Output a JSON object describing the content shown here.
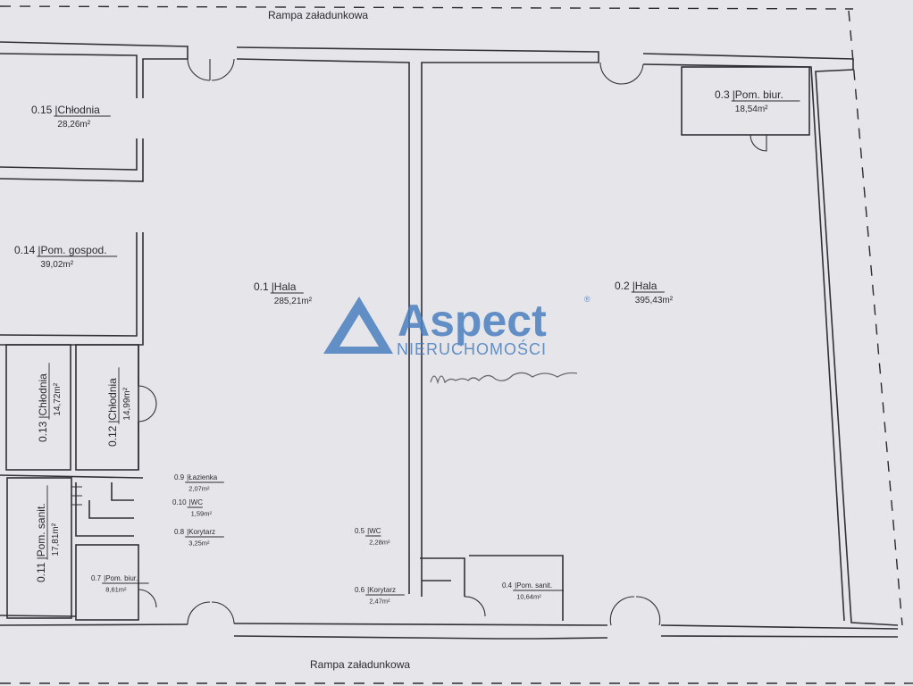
{
  "ramps": {
    "top": "Rampa załadunkowa",
    "bottom": "Rampa załadunkowa"
  },
  "rooms": {
    "hala_1": {
      "number": "0.1",
      "name": "Hala",
      "area": "285,21m²"
    },
    "hala_2": {
      "number": "0.2",
      "name": "Hala",
      "area": "395,43m²"
    },
    "biuro_3": {
      "number": "0.3",
      "name": "Pom. biur.",
      "area": "18,54m²"
    },
    "sanit_4": {
      "number": "0.4",
      "name": "Pom. sanit.",
      "area": "10,64m²"
    },
    "wc_5": {
      "number": "0.5",
      "name": "WC",
      "area": "2,28m²"
    },
    "kor_6": {
      "number": "0.6",
      "name": "Korytarz",
      "area": "2,47m²"
    },
    "biuro_7": {
      "number": "0.7",
      "name": "Pom. biur.",
      "area": "8,61m²"
    },
    "kor_8": {
      "number": "0.8",
      "name": "Korytarz",
      "area": "3,25m²"
    },
    "lazienka_9": {
      "number": "0.9",
      "name": "Łazienka",
      "area": "2,07m²"
    },
    "wc_10": {
      "number": "0.10",
      "name": "WC",
      "area": "1,59m²"
    },
    "sanit_11": {
      "number": "0.11",
      "name": "Pom. sanit.",
      "area": "17,81m²"
    },
    "chl_12": {
      "number": "0.12",
      "name": "Chłodnia",
      "area": "14,99m²"
    },
    "chl_13": {
      "number": "0.13",
      "name": "Chłodnia",
      "area": "14,72m²"
    },
    "gospod_14": {
      "number": "0.14",
      "name": "Pom. gospod.",
      "area": "39,02m²"
    },
    "chl_15": {
      "number": "0.15",
      "name": "Chłodnia",
      "area": "28,26m²"
    }
  },
  "watermark": {
    "brand": "Aspect",
    "sub": "NIERUCHOMOŚCI",
    "registered": "®",
    "brand_color": "#4a7fbf"
  }
}
